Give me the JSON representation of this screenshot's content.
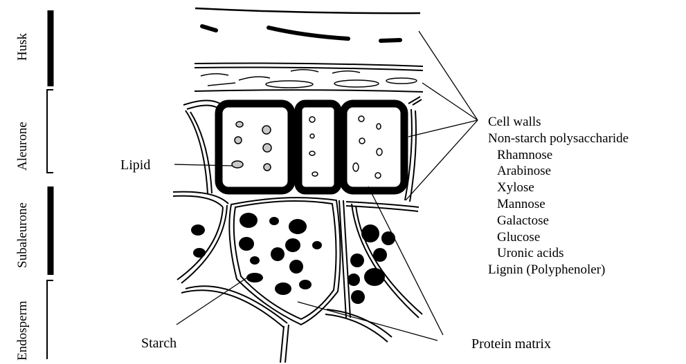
{
  "layers": {
    "husk": "Husk",
    "aleurone": "Aleurone",
    "subaleurone": "Subaleurone",
    "endosperm": "Endosperm"
  },
  "labels": {
    "lipid": "Lipid",
    "starch": "Starch",
    "protein_matrix": "Protein matrix"
  },
  "cell_wall_list": {
    "heading": "Cell walls",
    "nsp": "Non-starch polysaccharide",
    "sugars": [
      "Rhamnose",
      "Arabinose",
      "Xylose",
      "Mannose",
      "Galactose",
      "Glucose",
      "Uronic acids"
    ],
    "lignin": "Lignin (Polyphenoler)"
  }
}
